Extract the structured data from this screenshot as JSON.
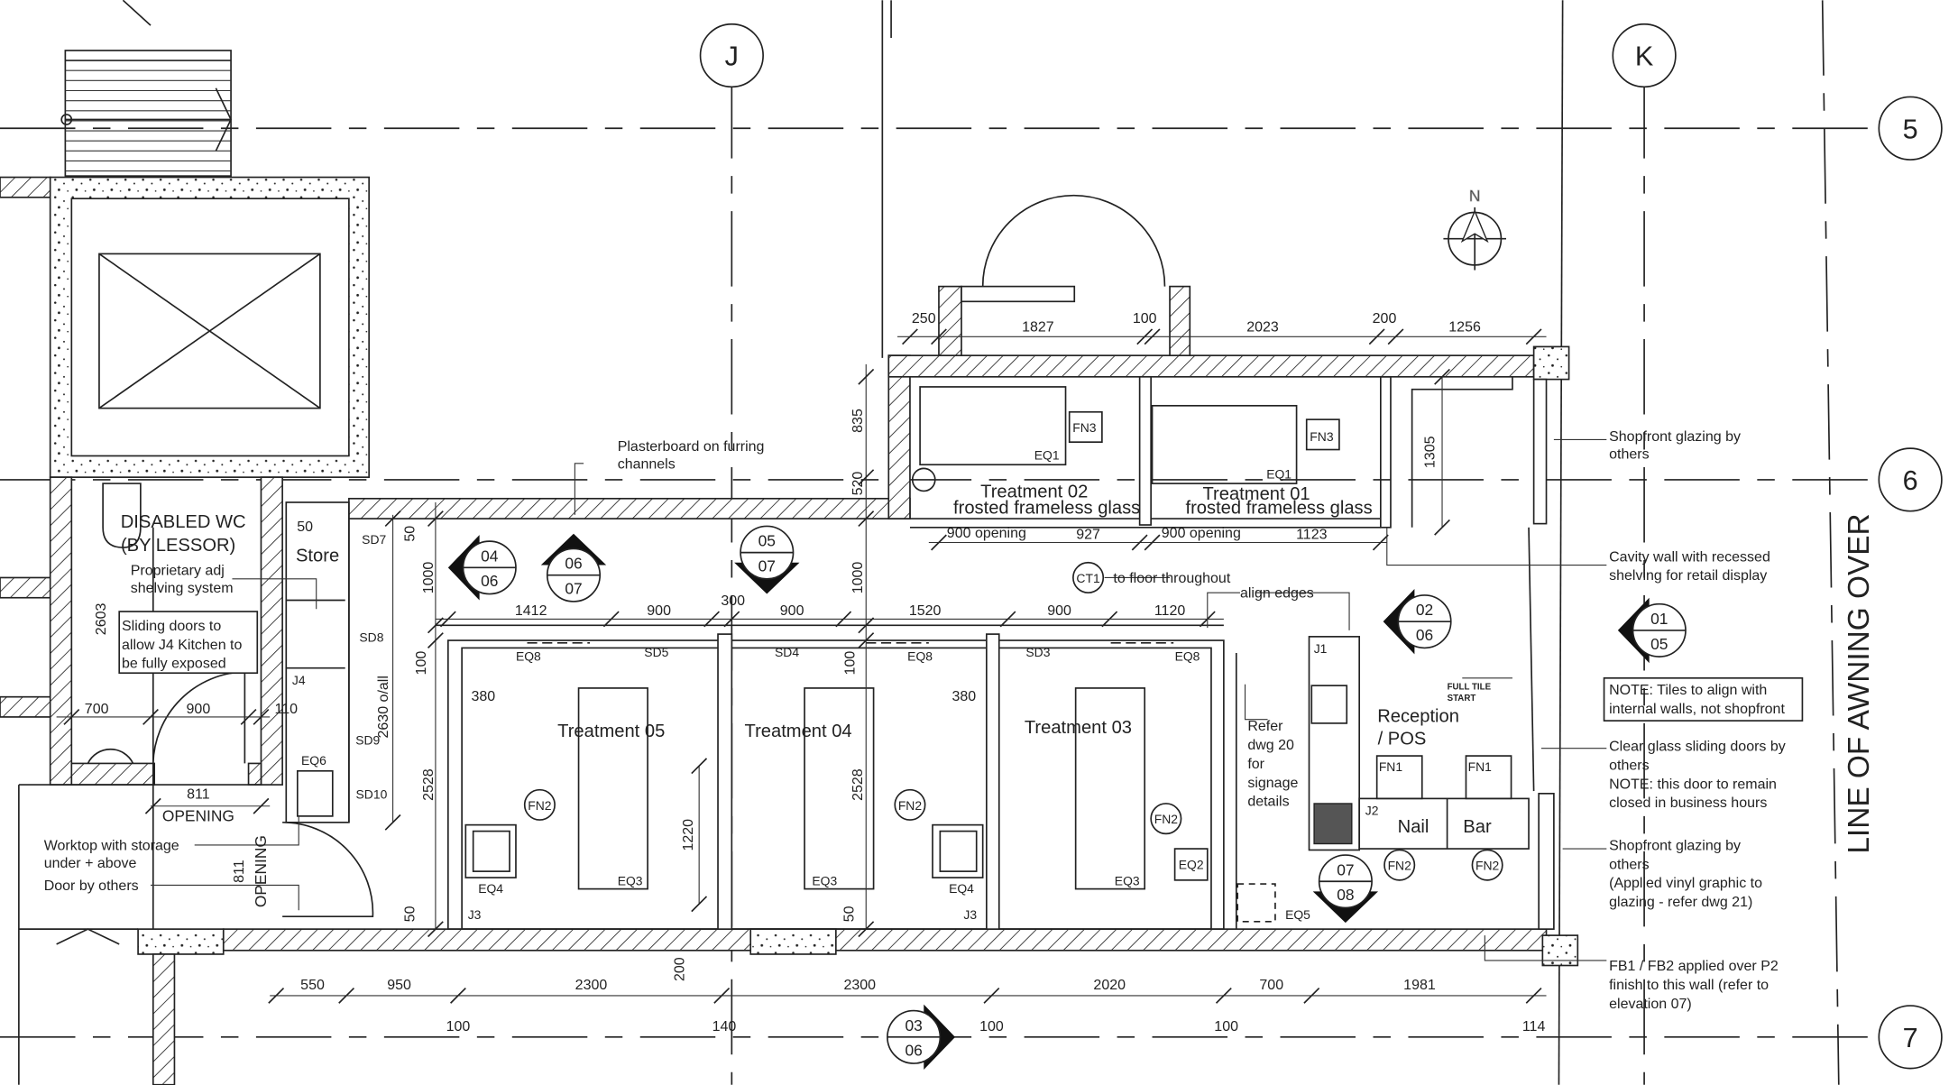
{
  "grid_labels": [
    "J",
    "K",
    "5",
    "6",
    "7"
  ],
  "north_label": "N",
  "rooms": [
    "DISABLED WC",
    "(BY LESSOR)",
    "Store",
    "Treatment 02",
    "frosted frameless glass",
    "Treatment 01",
    "frosted frameless glass",
    "Treatment 05",
    "Treatment 04",
    "Treatment 03",
    "Reception",
    "/ POS",
    "Nail",
    "Bar"
  ],
  "notes": [
    [
      "Proprietary adj",
      "shelving system"
    ],
    [
      "Sliding doors to",
      "allow  J4 Kitchen to",
      "be fully exposed"
    ],
    [
      "Plasterboard on furring",
      "channels"
    ],
    [
      "to floor throughout"
    ],
    [
      "align edges"
    ],
    [
      "Refer",
      "dwg 20",
      "for",
      "signage",
      "details"
    ],
    [
      "Worktop with storage",
      "under + above"
    ],
    [
      "Door by others"
    ],
    [
      "Shopfront glazing by",
      "others"
    ],
    [
      "Cavity wall with recessed",
      "shelving for retail display"
    ],
    [
      "NOTE: Tiles to align with",
      "internal walls, not shopfront"
    ],
    [
      "Clear glass sliding doors by",
      "others",
      "NOTE: this door to remain",
      "closed in business hours"
    ],
    [
      "Shopfront glazing by",
      "others",
      "(Applied vinyl graphic to",
      "glazing - refer dwg 21)"
    ],
    [
      "FB1 / FB2 applied over P2",
      "finish to this wall (refer to",
      "elevation 07)"
    ],
    [
      "FULL TILE",
      "START"
    ]
  ],
  "awning_label": "LINE OF AWNING OVER",
  "opening_labels": [
    "OPENING",
    "OPENING"
  ],
  "tags": [
    "SD7",
    "SD8",
    "SD9",
    "SD10",
    "SD5",
    "SD4",
    "SD3",
    "EQ8",
    "EQ8",
    "EQ8",
    "EQ1",
    "EQ1",
    "FN3",
    "FN3",
    "EQ4",
    "EQ4",
    "J3",
    "J3",
    "EQ3",
    "EQ3",
    "EQ3",
    "EQ2",
    "EQ5",
    "EQ6",
    "J4",
    "J1",
    "J2",
    "FN1",
    "FN1"
  ],
  "circle_tags": [
    "FN2",
    "FN2",
    "FN2",
    "FN2",
    "FN2",
    "CT1"
  ],
  "sections": [
    {
      "top": "04",
      "bottom": "06"
    },
    {
      "top": "06",
      "bottom": "07"
    },
    {
      "top": "05",
      "bottom": "07"
    },
    {
      "top": "02",
      "bottom": "06"
    },
    {
      "top": "01",
      "bottom": "05"
    },
    {
      "top": "07",
      "bottom": "08"
    },
    {
      "top": "03",
      "bottom": "06"
    }
  ],
  "dims_h": [
    "250",
    "1827",
    "100",
    "2023",
    "200",
    "1256",
    "900 opening",
    "927",
    "900 opening",
    "1123",
    "1412",
    "900",
    "300",
    "900",
    "1520",
    "900",
    "1120",
    "380",
    "380",
    "700",
    "900",
    "110",
    "811",
    "50",
    "550",
    "950",
    "2300",
    "2300",
    "2020",
    "700",
    "1981",
    "100",
    "140",
    "100",
    "100",
    "114"
  ],
  "dims_v": [
    "835",
    "520",
    "1305",
    "50",
    "1000",
    "100",
    "2630 o/all",
    "2528",
    "50",
    "2603",
    "811",
    "1000",
    "100",
    "2528",
    "1220",
    "50",
    "200"
  ]
}
